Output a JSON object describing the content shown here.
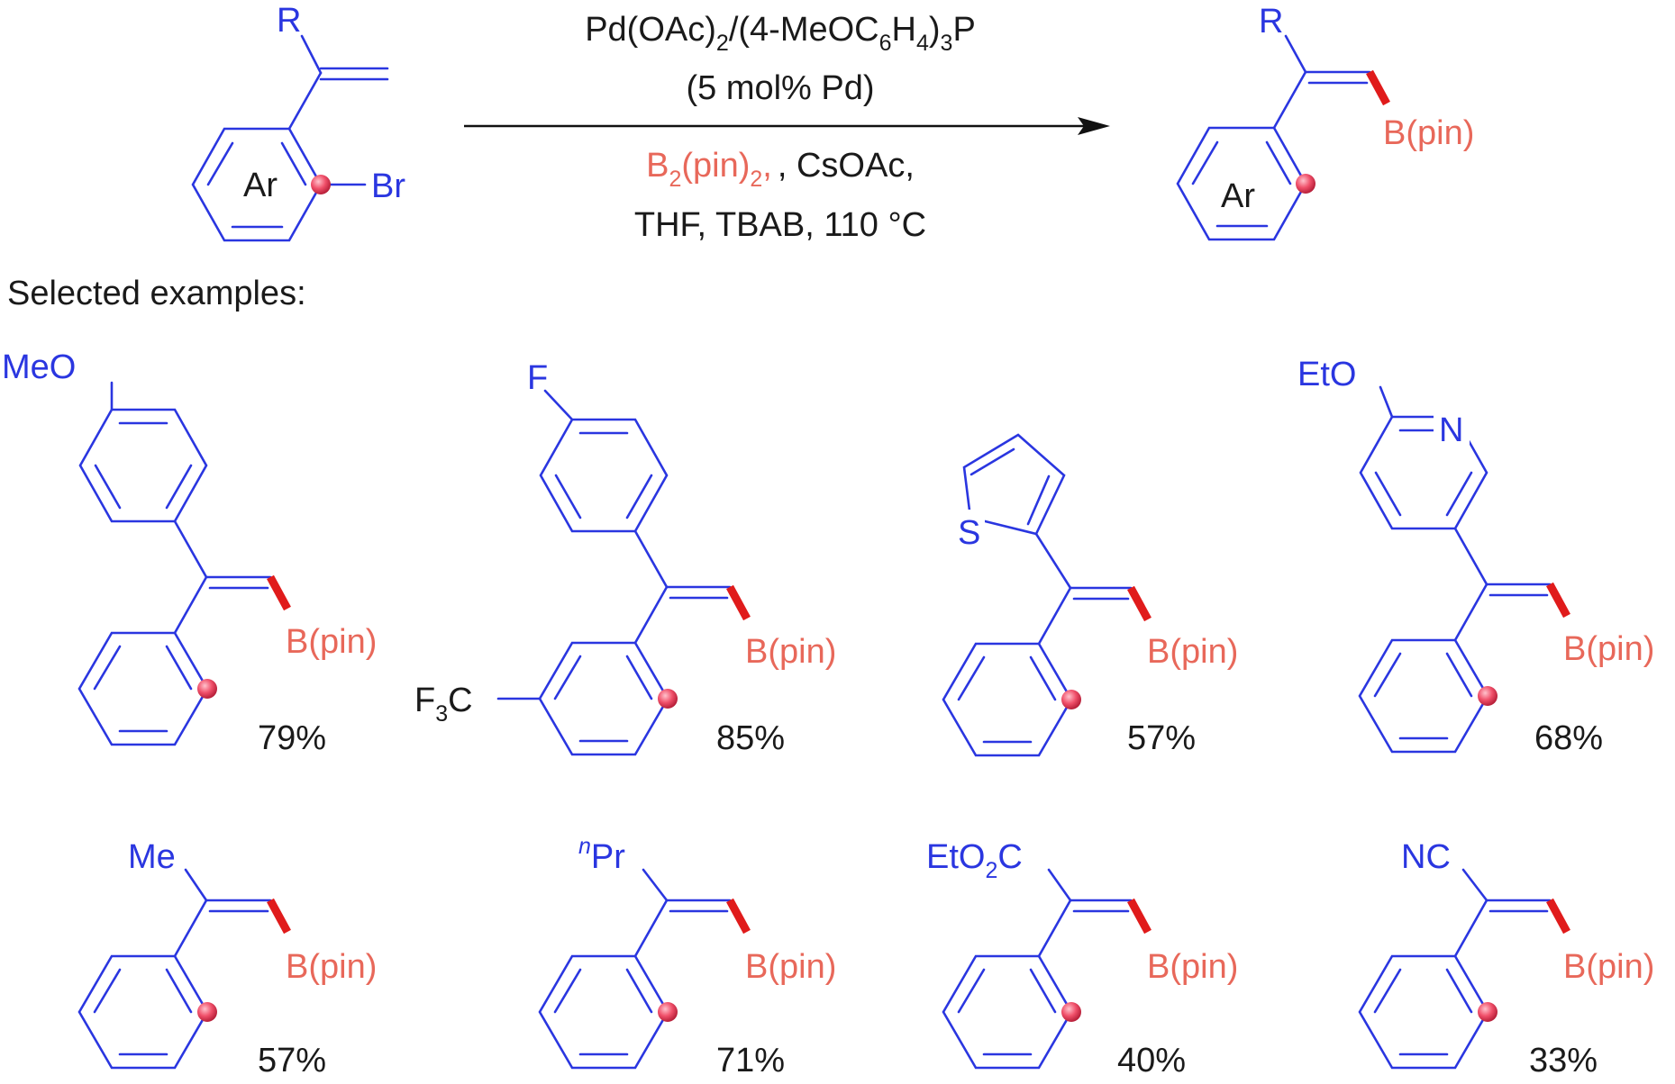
{
  "colors": {
    "structure": "#2a36e0",
    "boryl": "#e8685a",
    "highlight_bond": "#e01b1b",
    "text": "#1a1a1a",
    "dot": "#f0506a"
  },
  "reaction": {
    "substrate": {
      "r_label": "R",
      "ar_label": "Ar",
      "x_label": "Br"
    },
    "product": {
      "r_label": "R",
      "ar_label": "Ar",
      "boryl_label": "B(pin)"
    },
    "conditions": {
      "catalyst": {
        "part1": "Pd(OAc)",
        "sub1": "2",
        "part2": "/(4-MeOC",
        "sub2": "6",
        "part3": "H",
        "sub3": "4",
        "part4": ")",
        "sub4": "3",
        "part5": "P"
      },
      "loading": "(5 mol% Pd)",
      "reagent": {
        "b": "B",
        "sub1": "2",
        "pin": "(pin)",
        "sub2": "2",
        "rest": ", CsOAc,"
      },
      "solvent": "THF, TBAB, 110 °C"
    }
  },
  "section_title": "Selected examples:",
  "examples": [
    {
      "substituent": "MeO",
      "boryl": "B(pin)",
      "yield": "79%"
    },
    {
      "substituent": "F",
      "ring_substituent": {
        "main": "F",
        "sub": "3",
        "tail": "C"
      },
      "boryl": "B(pin)",
      "yield": "85%"
    },
    {
      "heteroatom": "S",
      "boryl": "B(pin)",
      "yield": "57%"
    },
    {
      "substituent": "EtO",
      "heteroatom": "N",
      "boryl": "B(pin)",
      "yield": "68%"
    },
    {
      "substituent": "Me",
      "boryl": "B(pin)",
      "yield": "57%"
    },
    {
      "substituent": {
        "sup": "n",
        "main": "Pr"
      },
      "boryl": "B(pin)",
      "yield": "71%"
    },
    {
      "substituent": {
        "a": "EtO",
        "sub": "2",
        "b": "C"
      },
      "boryl": "B(pin)",
      "yield": "40%"
    },
    {
      "substituent": "NC",
      "boryl": "B(pin)",
      "yield": "33%"
    }
  ]
}
